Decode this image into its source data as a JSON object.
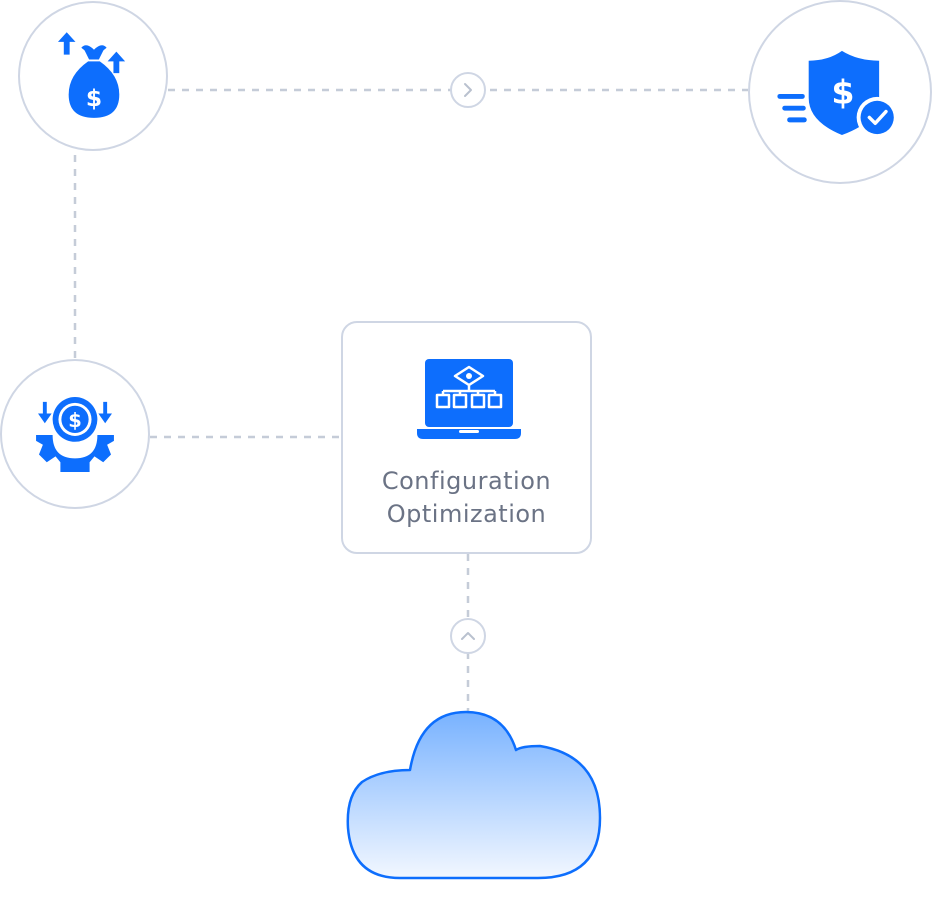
{
  "diagram": {
    "central_node": {
      "label": "Configuration\nOptimization",
      "icon": "laptop-flowchart-icon"
    },
    "nodes": [
      {
        "id": "money-bag",
        "icon": "money-bag-growth-icon"
      },
      {
        "id": "shield",
        "icon": "shield-dollar-check-icon"
      },
      {
        "id": "gear",
        "icon": "gear-dollar-reduce-icon"
      },
      {
        "id": "cloud",
        "icon": "cloud-icon"
      }
    ],
    "connectors": [
      {
        "from": "money-bag",
        "to": "shield",
        "arrow": "right"
      },
      {
        "from": "money-bag",
        "to": "gear",
        "arrow": "none"
      },
      {
        "from": "gear",
        "to": "configuration-optimization",
        "arrow": "none"
      },
      {
        "from": "cloud",
        "to": "configuration-optimization",
        "arrow": "up"
      }
    ],
    "colors": {
      "accent": "#0d6efd",
      "outline": "#cfd6e4",
      "dash": "#c5ccd8",
      "text": "#6b7385",
      "cloud_top": "#78b2ff",
      "cloud_bottom": "#f2f7ff"
    }
  }
}
